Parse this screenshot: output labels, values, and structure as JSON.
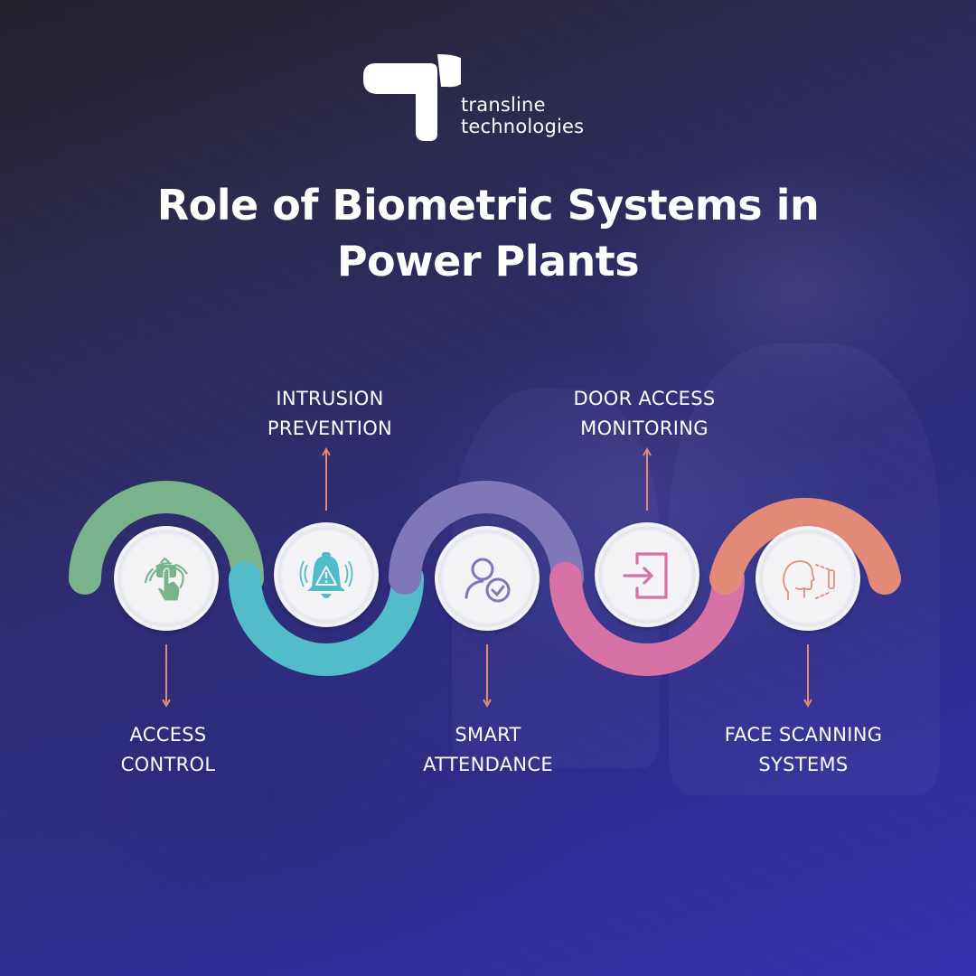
{
  "brand": {
    "name_line1": "transline",
    "name_line2": "technologies",
    "logo_icon": "transline-t-logo"
  },
  "title": {
    "line1": "Role of Biometric Systems in",
    "line2": "Power Plants"
  },
  "colors": {
    "background_top": "#23212b",
    "background_bottom": "#3432b0",
    "text": "#ffffff",
    "connector": "#e38a72",
    "green": "#7ab38b",
    "teal": "#52bccb",
    "purple": "#7f77b8",
    "pink": "#d772a7",
    "orange": "#e48a78",
    "node_fill": "#f3f3f5"
  },
  "steps": [
    {
      "label_line1": "ACCESS",
      "label_line2": "CONTROL",
      "icon": "touch-unlock-icon",
      "color": "#7ab38b",
      "label_position": "below"
    },
    {
      "label_line1": "INTRUSION",
      "label_line2": "PREVENTION",
      "icon": "alarm-bell-warning-icon",
      "color": "#52bccb",
      "label_position": "above"
    },
    {
      "label_line1": "SMART",
      "label_line2": "ATTENDANCE",
      "icon": "user-check-icon",
      "color": "#7f77b8",
      "label_position": "below"
    },
    {
      "label_line1": "DOOR ACCESS",
      "label_line2": "MONITORING",
      "icon": "door-enter-icon",
      "color": "#d772a7",
      "label_position": "above"
    },
    {
      "label_line1": "FACE SCANNING",
      "label_line2": "SYSTEMS",
      "icon": "face-scan-icon",
      "color": "#e48a78",
      "label_position": "below"
    }
  ]
}
